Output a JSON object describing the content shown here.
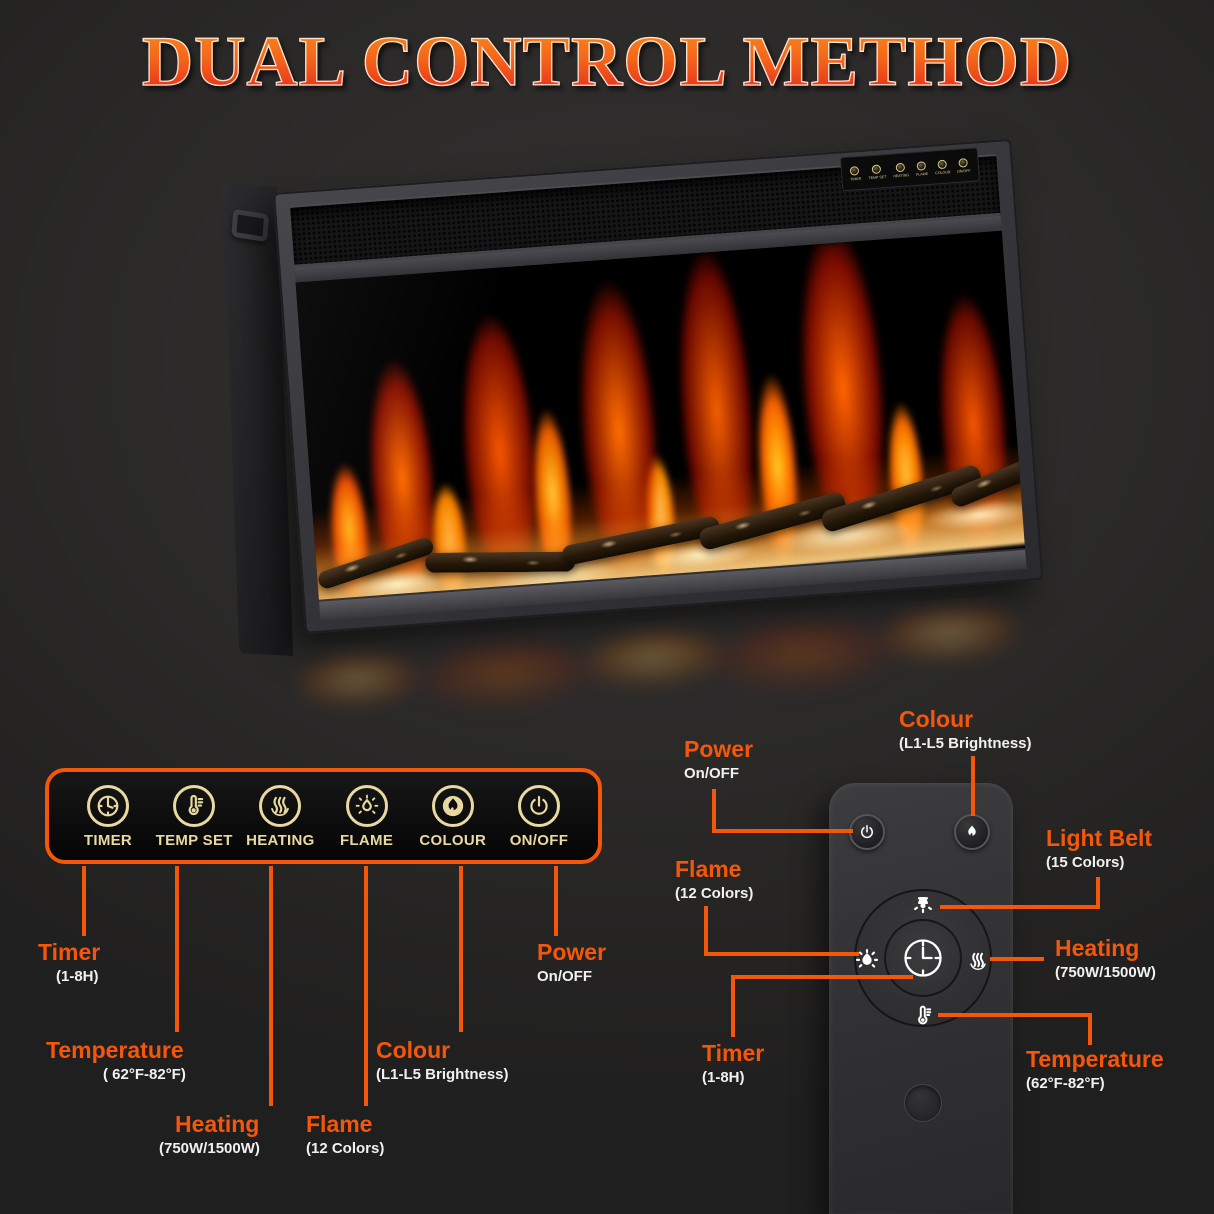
{
  "title": "DUAL CONTROL METHOD",
  "colors": {
    "accent_orange": "#f4570a",
    "gold": "#e8d9a0",
    "title_gradient_top": "#f98e1e",
    "title_gradient_bottom": "#e5241b",
    "sub_label_white": "#f1f1f1",
    "background": "#2a2928"
  },
  "panel": {
    "buttons": [
      {
        "label": "TIMER",
        "icon": "clock-icon"
      },
      {
        "label": "TEMP SET",
        "icon": "thermometer-icon"
      },
      {
        "label": "HEATING",
        "icon": "heat-waves-icon"
      },
      {
        "label": "FLAME",
        "icon": "bulb-rays-icon"
      },
      {
        "label": "COLOUR",
        "icon": "flame-icon"
      },
      {
        "label": "ON/OFF",
        "icon": "power-icon"
      }
    ]
  },
  "panel_callouts": {
    "timer": {
      "title": "Timer",
      "subtitle": "(1-8H)"
    },
    "temperature": {
      "title": "Temperature",
      "subtitle": "( 62°F-82°F)"
    },
    "heating": {
      "title": "Heating",
      "subtitle": "(750W/1500W)"
    },
    "flame": {
      "title": "Flame",
      "subtitle": "(12 Colors)"
    },
    "colour": {
      "title": "Colour",
      "subtitle": "(L1-L5 Brightness)"
    },
    "power": {
      "title": "Power",
      "subtitle": "On/OFF"
    }
  },
  "remote_callouts": {
    "power": {
      "title": "Power",
      "subtitle": "On/OFF"
    },
    "colour": {
      "title": "Colour",
      "subtitle": "(L1-L5 Brightness)"
    },
    "light_belt": {
      "title": "Light Belt",
      "subtitle": "(15 Colors)"
    },
    "flame": {
      "title": "Flame",
      "subtitle": "(12 Colors)"
    },
    "heating": {
      "title": "Heating",
      "subtitle": "(750W/1500W)"
    },
    "timer": {
      "title": "Timer",
      "subtitle": "(1-8H)"
    },
    "temperature": {
      "title": "Temperature",
      "subtitle": "(62°F-82°F)"
    }
  },
  "remote": {
    "top_buttons": [
      {
        "name": "power",
        "icon": "power-icon"
      },
      {
        "name": "colour",
        "icon": "flame-icon"
      }
    ],
    "dpad": {
      "top": "ceiling-light-icon",
      "left": "bulb-rays-icon",
      "right": "heat-waves-icon",
      "bottom": "thermometer-icon",
      "center": "clock-icon"
    }
  }
}
